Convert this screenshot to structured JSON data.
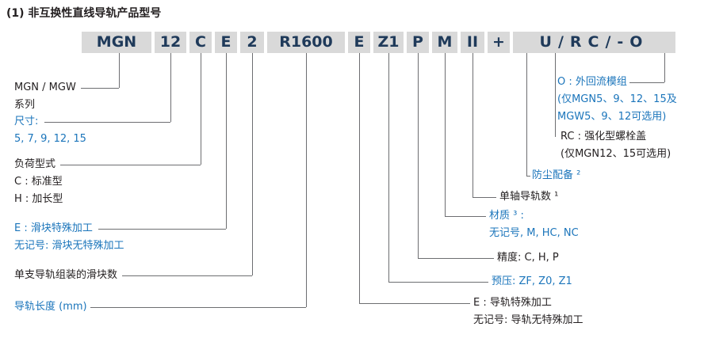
{
  "title": "(1) 非互换性直线导轨产品型号",
  "model": {
    "segments": [
      "MGN",
      "12",
      "C",
      "E",
      "2",
      "R1600",
      "E",
      "Z1",
      "P",
      "M",
      "II",
      "+",
      "U/RC/-O"
    ]
  },
  "callouts": {
    "left": [
      {
        "lines": [
          "MGN / MGW",
          "系列"
        ]
      },
      {
        "lines": [
          "尺寸:",
          "5, 7, 9, 12, 15"
        ]
      },
      {
        "lines": [
          "负荷型式",
          "C : 标准型",
          "H : 加长型"
        ]
      },
      {
        "lines": [
          "E : 滑块特殊加工",
          "无记号: 滑块无特殊加工"
        ]
      },
      {
        "lines": [
          "单支导轨组装的滑块数"
        ]
      },
      {
        "lines": [
          "导轨长度 (mm)"
        ]
      }
    ],
    "right": [
      {
        "lines": [
          "O : 外回流模组",
          "(仅MGN5、9、12、15及",
          "MGW5、9、12可选用)"
        ]
      },
      {
        "lines": [
          "RC : 强化型螺栓盖",
          "(仅MGN12、15可选用)"
        ]
      },
      {
        "lines": [
          "防尘配备 ²"
        ]
      },
      {
        "lines": [
          "单轴导轨数 ¹"
        ]
      },
      {
        "lines": [
          "材质 ³ :",
          "无记号, M, HC, NC"
        ]
      },
      {
        "lines": [
          "精度: C, H, P"
        ]
      },
      {
        "lines": [
          "预压: ZF, Z0, Z1"
        ]
      },
      {
        "lines": [
          "E : 导轨特殊加工",
          "无记号: 导轨无特殊加工"
        ]
      }
    ]
  },
  "colors": {
    "accent_blue": "#1b75bb",
    "text_black": "#231f20",
    "segment_bg": "#d9d9d9",
    "segment_text": "#1f3a5a",
    "leader_line": "#6d6e71"
  }
}
